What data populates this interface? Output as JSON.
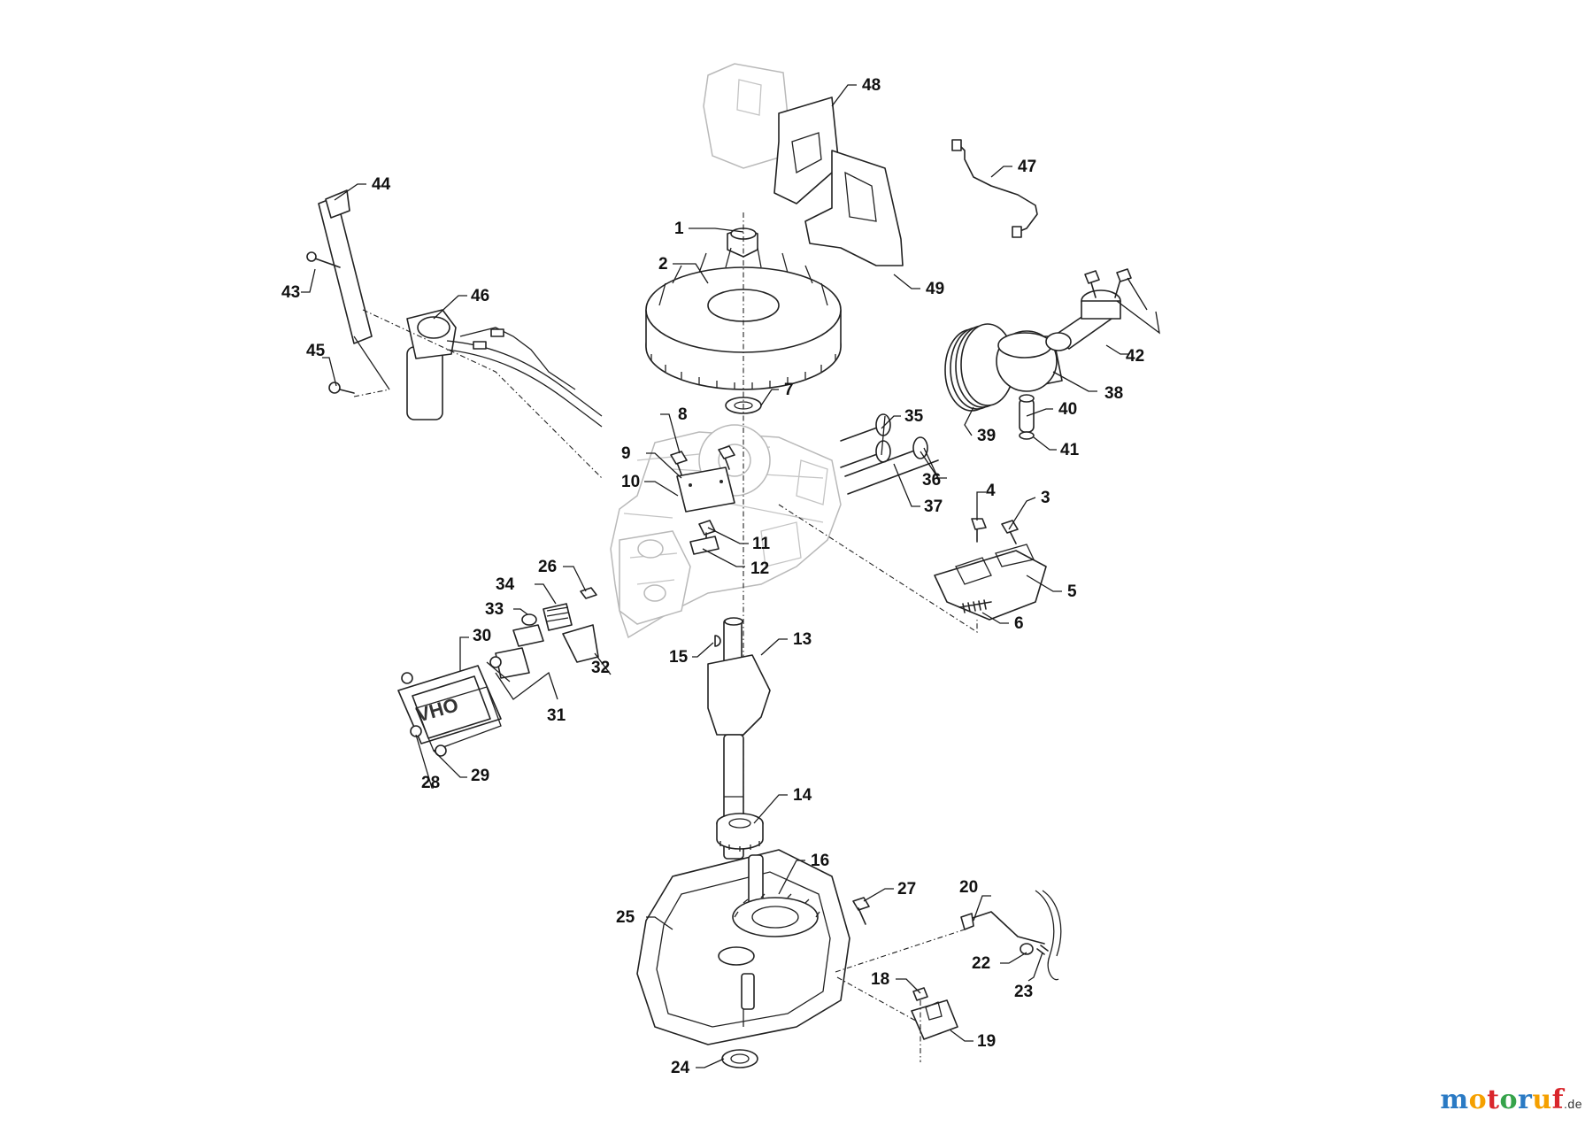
{
  "diagram": {
    "callouts": [
      "1",
      "2",
      "3",
      "4",
      "5",
      "6",
      "7",
      "8",
      "9",
      "10",
      "11",
      "12",
      "13",
      "14",
      "15",
      "16",
      "18",
      "19",
      "20",
      "22",
      "23",
      "24",
      "25",
      "26",
      "27",
      "28",
      "29",
      "30",
      "31",
      "32",
      "33",
      "34",
      "35",
      "36",
      "37",
      "38",
      "39",
      "40",
      "41",
      "42",
      "43",
      "44",
      "45",
      "46",
      "47",
      "48",
      "49"
    ],
    "cover_marking": "OHV"
  },
  "watermark": {
    "letters": [
      "m",
      "o",
      "t",
      "o",
      "r",
      "u",
      "f"
    ],
    "letter_colors": [
      "#2a7ac4",
      "#f5a000",
      "#d9262c",
      "#35a34a",
      "#2a7ac4",
      "#f5a000",
      "#d9262c"
    ],
    "suffix": ".de"
  }
}
